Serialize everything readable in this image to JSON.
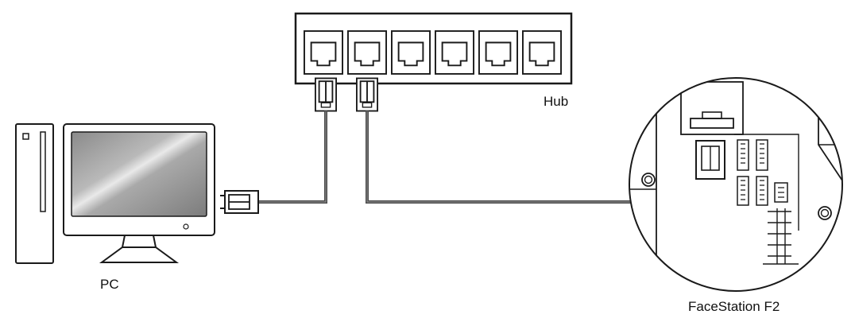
{
  "labels": {
    "hub": "Hub",
    "pc": "PC",
    "device": "FaceStation F2"
  },
  "hub_port_count": 6,
  "colors": {
    "outline": "#1a1a1a",
    "cable": "#5a5a5a",
    "screen_dark": "#7c7c7c",
    "screen_light": "#e9e9e9"
  },
  "icons": [
    "rj45-port-icon",
    "rj45-plug-icon",
    "monitor-icon",
    "pc-tower-icon"
  ]
}
